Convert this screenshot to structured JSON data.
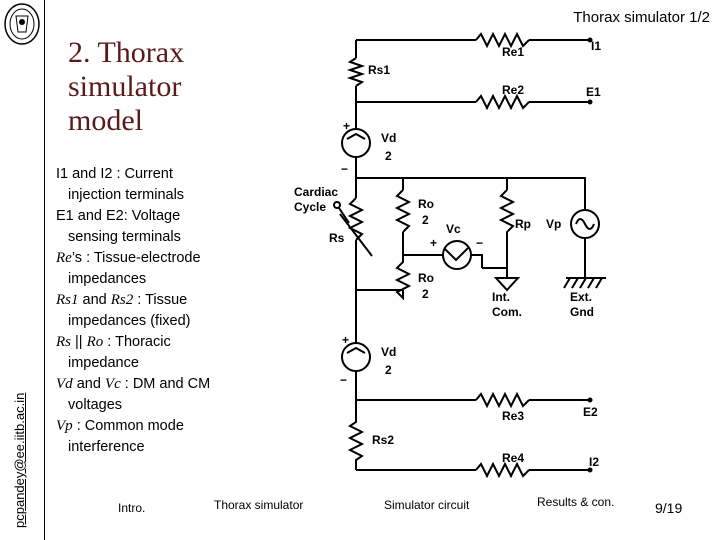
{
  "header": {
    "slide_title": "Thorax simulator 1/2"
  },
  "sidebar": {
    "email": "pcpandey@ee.iitb.ac.in"
  },
  "title": {
    "line1": "2. Thorax",
    "line2": "simulator",
    "line3": "model"
  },
  "bullets": [
    {
      "prefix": "I1 and I2 : Current",
      "rest": "injection terminals"
    },
    {
      "prefix": "E1 and E2: Voltage",
      "rest": "sensing terminals"
    },
    {
      "sym": "Re",
      "text": "’s : Tissue-electrode",
      "rest": "impedances"
    },
    {
      "sym1": "Rs1",
      "and": " and ",
      "sym2": "Rs2",
      "text": " : Tissue",
      "rest": "impedances (fixed)"
    },
    {
      "sym1": "Rs",
      "and": " || ",
      "sym2": "Ro",
      "text": " : Thoracic",
      "rest": "impedance"
    },
    {
      "sym1": "Vd",
      "and": " and ",
      "sym2": "Vc",
      "text": " : DM and CM",
      "rest": "voltages"
    },
    {
      "sym": "Vp",
      "text": " : Common mode",
      "rest": "interference"
    }
  ],
  "nav": {
    "intro": "Intro",
    "thorax_simulator": "Thorax simulator",
    "simulator_circuit": "Simulator circuit",
    "results": "Results & con."
  },
  "page_number": "9/19",
  "circuit": {
    "labels": {
      "re1": "Re1",
      "i1": "I1",
      "rs1": "Rs1",
      "re2": "Re2",
      "e1": "E1",
      "vd_top": "Vd",
      "two_top": "2",
      "cardiac": "Cardiac",
      "cycle": "Cycle",
      "rs": "Rs",
      "ro_top": "Ro",
      "ro_top2": "2",
      "vc": "Vc",
      "rp": "Rp",
      "vp": "Vp",
      "ro_bot": "Ro",
      "ro_bot2": "2",
      "int": "Int.",
      "com": "Com.",
      "ext": "Ext.",
      "gnd": "Gnd",
      "vd_bot": "Vd",
      "two_bot": "2",
      "re3": "Re3",
      "e2": "E2",
      "rs2": "Rs2",
      "re4": "Re4",
      "i2": "I2",
      "plus": "+",
      "minus": "−"
    }
  }
}
